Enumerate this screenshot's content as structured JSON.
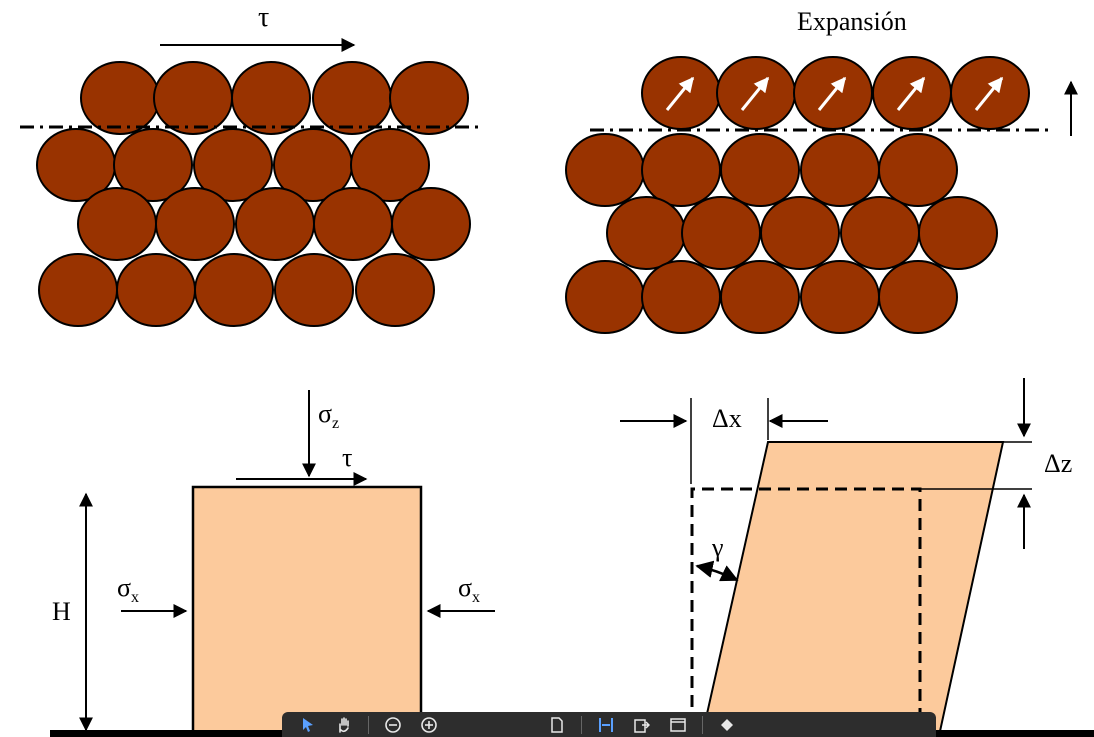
{
  "labels": {
    "tau_top": "τ",
    "expansion": "Expansión",
    "sigma_z_base": "σ",
    "sigma_z_sub": "z",
    "tau_block": "τ",
    "sigma_x_left_base": "σ",
    "sigma_x_left_sub": "x",
    "sigma_x_right_base": "σ",
    "sigma_x_right_sub": "x",
    "height": "H",
    "delta_x": "Δx",
    "delta_z": "Δz",
    "gamma": "γ"
  },
  "colors": {
    "particle": "#993300",
    "block": "#fcca9c",
    "ink": "#000000",
    "toolbar": "#2d2d2d"
  },
  "toolbar": {
    "icons": [
      "pointer-icon",
      "hand-icon",
      "zoom-out-icon",
      "zoom-in-icon",
      "page-icon",
      "fit-width-icon",
      "export-icon",
      "window-icon",
      "eraser-icon"
    ]
  }
}
